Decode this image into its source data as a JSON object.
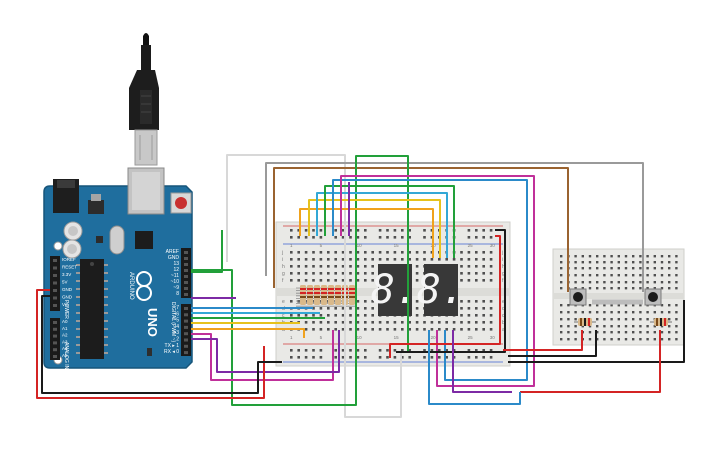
{
  "colors": {
    "board": "#1f6e9e",
    "board_edge": "#17557a",
    "breadboard": "#e9e9e6",
    "hole": "#4f4f4f",
    "display_body": "#383838",
    "segment_on": "#f4f4f4",
    "wire_green": "#22a03a",
    "wire_orange": "#f0a21d",
    "wire_yellow": "#e6c21d",
    "wire_purple": "#7d2aa5",
    "wire_magenta": "#c0309a",
    "wire_blue": "#2b8ac9",
    "wire_cyan": "#33a8d6",
    "wire_red": "#d42424",
    "wire_black": "#1a1a1a",
    "wire_brown": "#9a6330",
    "wire_gray": "#9a9a9a",
    "wire_white": "#d8d8d8"
  },
  "arduino": {
    "model": "UNO",
    "brand": "ARDUINO",
    "header_top_labels": [
      "AREF",
      "GND",
      "13",
      "12",
      "~11",
      "~10",
      "~9",
      "8"
    ],
    "digital_label": "DIGITAL (PWM ~)",
    "header_low_labels": [
      "7",
      "~6",
      "~5",
      "4",
      "~3",
      "2",
      "TX ▸ 1",
      "RX ◂ 0"
    ],
    "power_label": "POWER",
    "power_pins": [
      "IOREF",
      "RESET",
      "3.3V",
      "5V",
      "GND",
      "GND",
      "Vin"
    ],
    "analog_label": "ANALOG IN",
    "analog_pins": [
      "A0",
      "A1",
      "A2",
      "A3",
      "A4",
      "A5"
    ],
    "reset_label": "RESET",
    "tx_label": "TX",
    "rx_label": "RX",
    "l_label": "L",
    "on_label": "ON"
  },
  "breadboard_main": {
    "row_letters_top": [
      "j",
      "i",
      "h",
      "g",
      "f"
    ],
    "row_letters_bottom": [
      "e",
      "d",
      "c",
      "b",
      "a"
    ],
    "column_numbers": [
      "1",
      "5",
      "10",
      "15",
      "20",
      "25",
      "30"
    ]
  },
  "displays": [
    {
      "label": "8.",
      "name": "left"
    },
    {
      "label": "8.",
      "name": "right"
    }
  ]
}
